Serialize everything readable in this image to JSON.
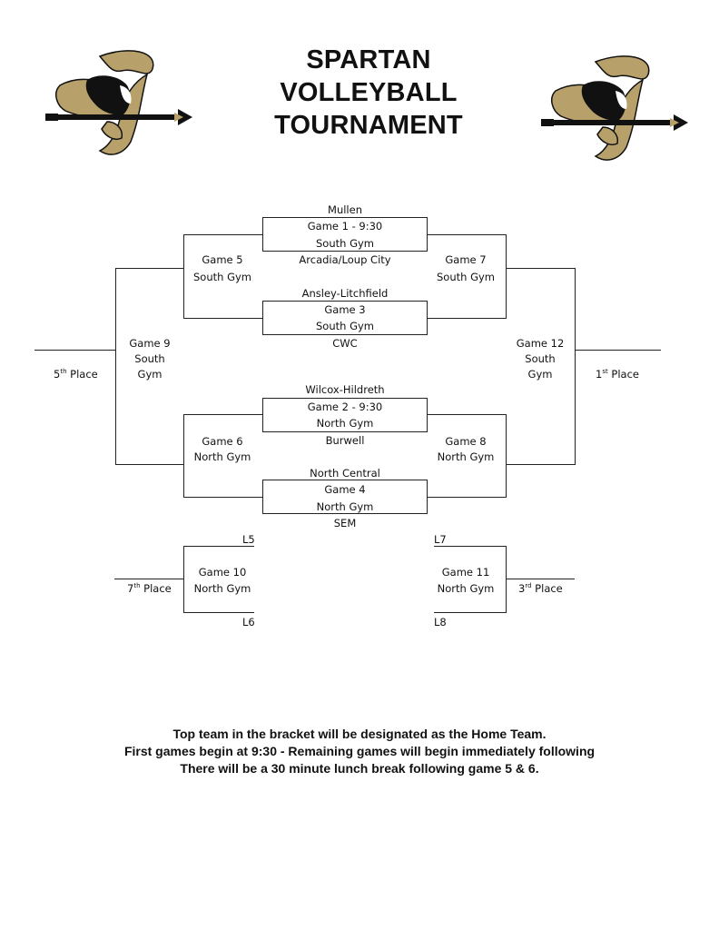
{
  "title": [
    "SPARTAN",
    "VOLLEYBALL",
    "TOURNAMENT"
  ],
  "colors": {
    "gold": "#b8a06a",
    "black": "#111111",
    "line": "#222222"
  },
  "logo_icon": "spartan-helmet-spear-logo",
  "round1": [
    {
      "top_team": "Mullen",
      "game": "Game 1 - 9:30",
      "gym": "South  Gym",
      "bottom_team": "Arcadia/Loup City"
    },
    {
      "top_team": "Ansley-Litchfield",
      "game": "Game 3",
      "gym": "South Gym",
      "bottom_team": "CWC"
    },
    {
      "top_team": "Wilcox-Hildreth",
      "game": "Game 2 - 9:30",
      "gym": "North Gym",
      "bottom_team": "Burwell"
    },
    {
      "top_team": "North Central",
      "game": "Game 4",
      "gym": "North Gym",
      "bottom_team": "SEM"
    }
  ],
  "game5": {
    "game": "Game 5",
    "gym": "South  Gym"
  },
  "game6": {
    "game": "Game 6",
    "gym": "North Gym"
  },
  "game7": {
    "game": "Game 7",
    "gym": "South Gym"
  },
  "game8": {
    "game": "Game 8",
    "gym": "North Gym"
  },
  "game9": {
    "game": "Game 9",
    "gym_line1": "South",
    "gym_line2": "Gym"
  },
  "game12": {
    "game": "Game 12",
    "gym_line1": "South",
    "gym_line2": "Gym"
  },
  "game10": {
    "game": "Game 10",
    "gym": "North Gym",
    "top_seed": "L5",
    "bottom_seed": "L6"
  },
  "game11": {
    "game": "Game 11",
    "gym": "North Gym",
    "top_seed": "L7",
    "bottom_seed": "L8"
  },
  "places": {
    "fifth": {
      "num": "5",
      "suffix": "th",
      "word": " Place"
    },
    "first": {
      "num": "1",
      "suffix": "st",
      "word": " Place"
    },
    "seventh": {
      "num": "7",
      "suffix": "th",
      "word": " Place"
    },
    "third": {
      "num": "3",
      "suffix": "rd",
      "word": " Place"
    }
  },
  "notes": [
    "Top team in the bracket will be designated as the Home Team.",
    "First games begin at 9:30 - Remaining games will begin immediately following",
    "There will be a 30 minute lunch break following game 5 & 6."
  ]
}
